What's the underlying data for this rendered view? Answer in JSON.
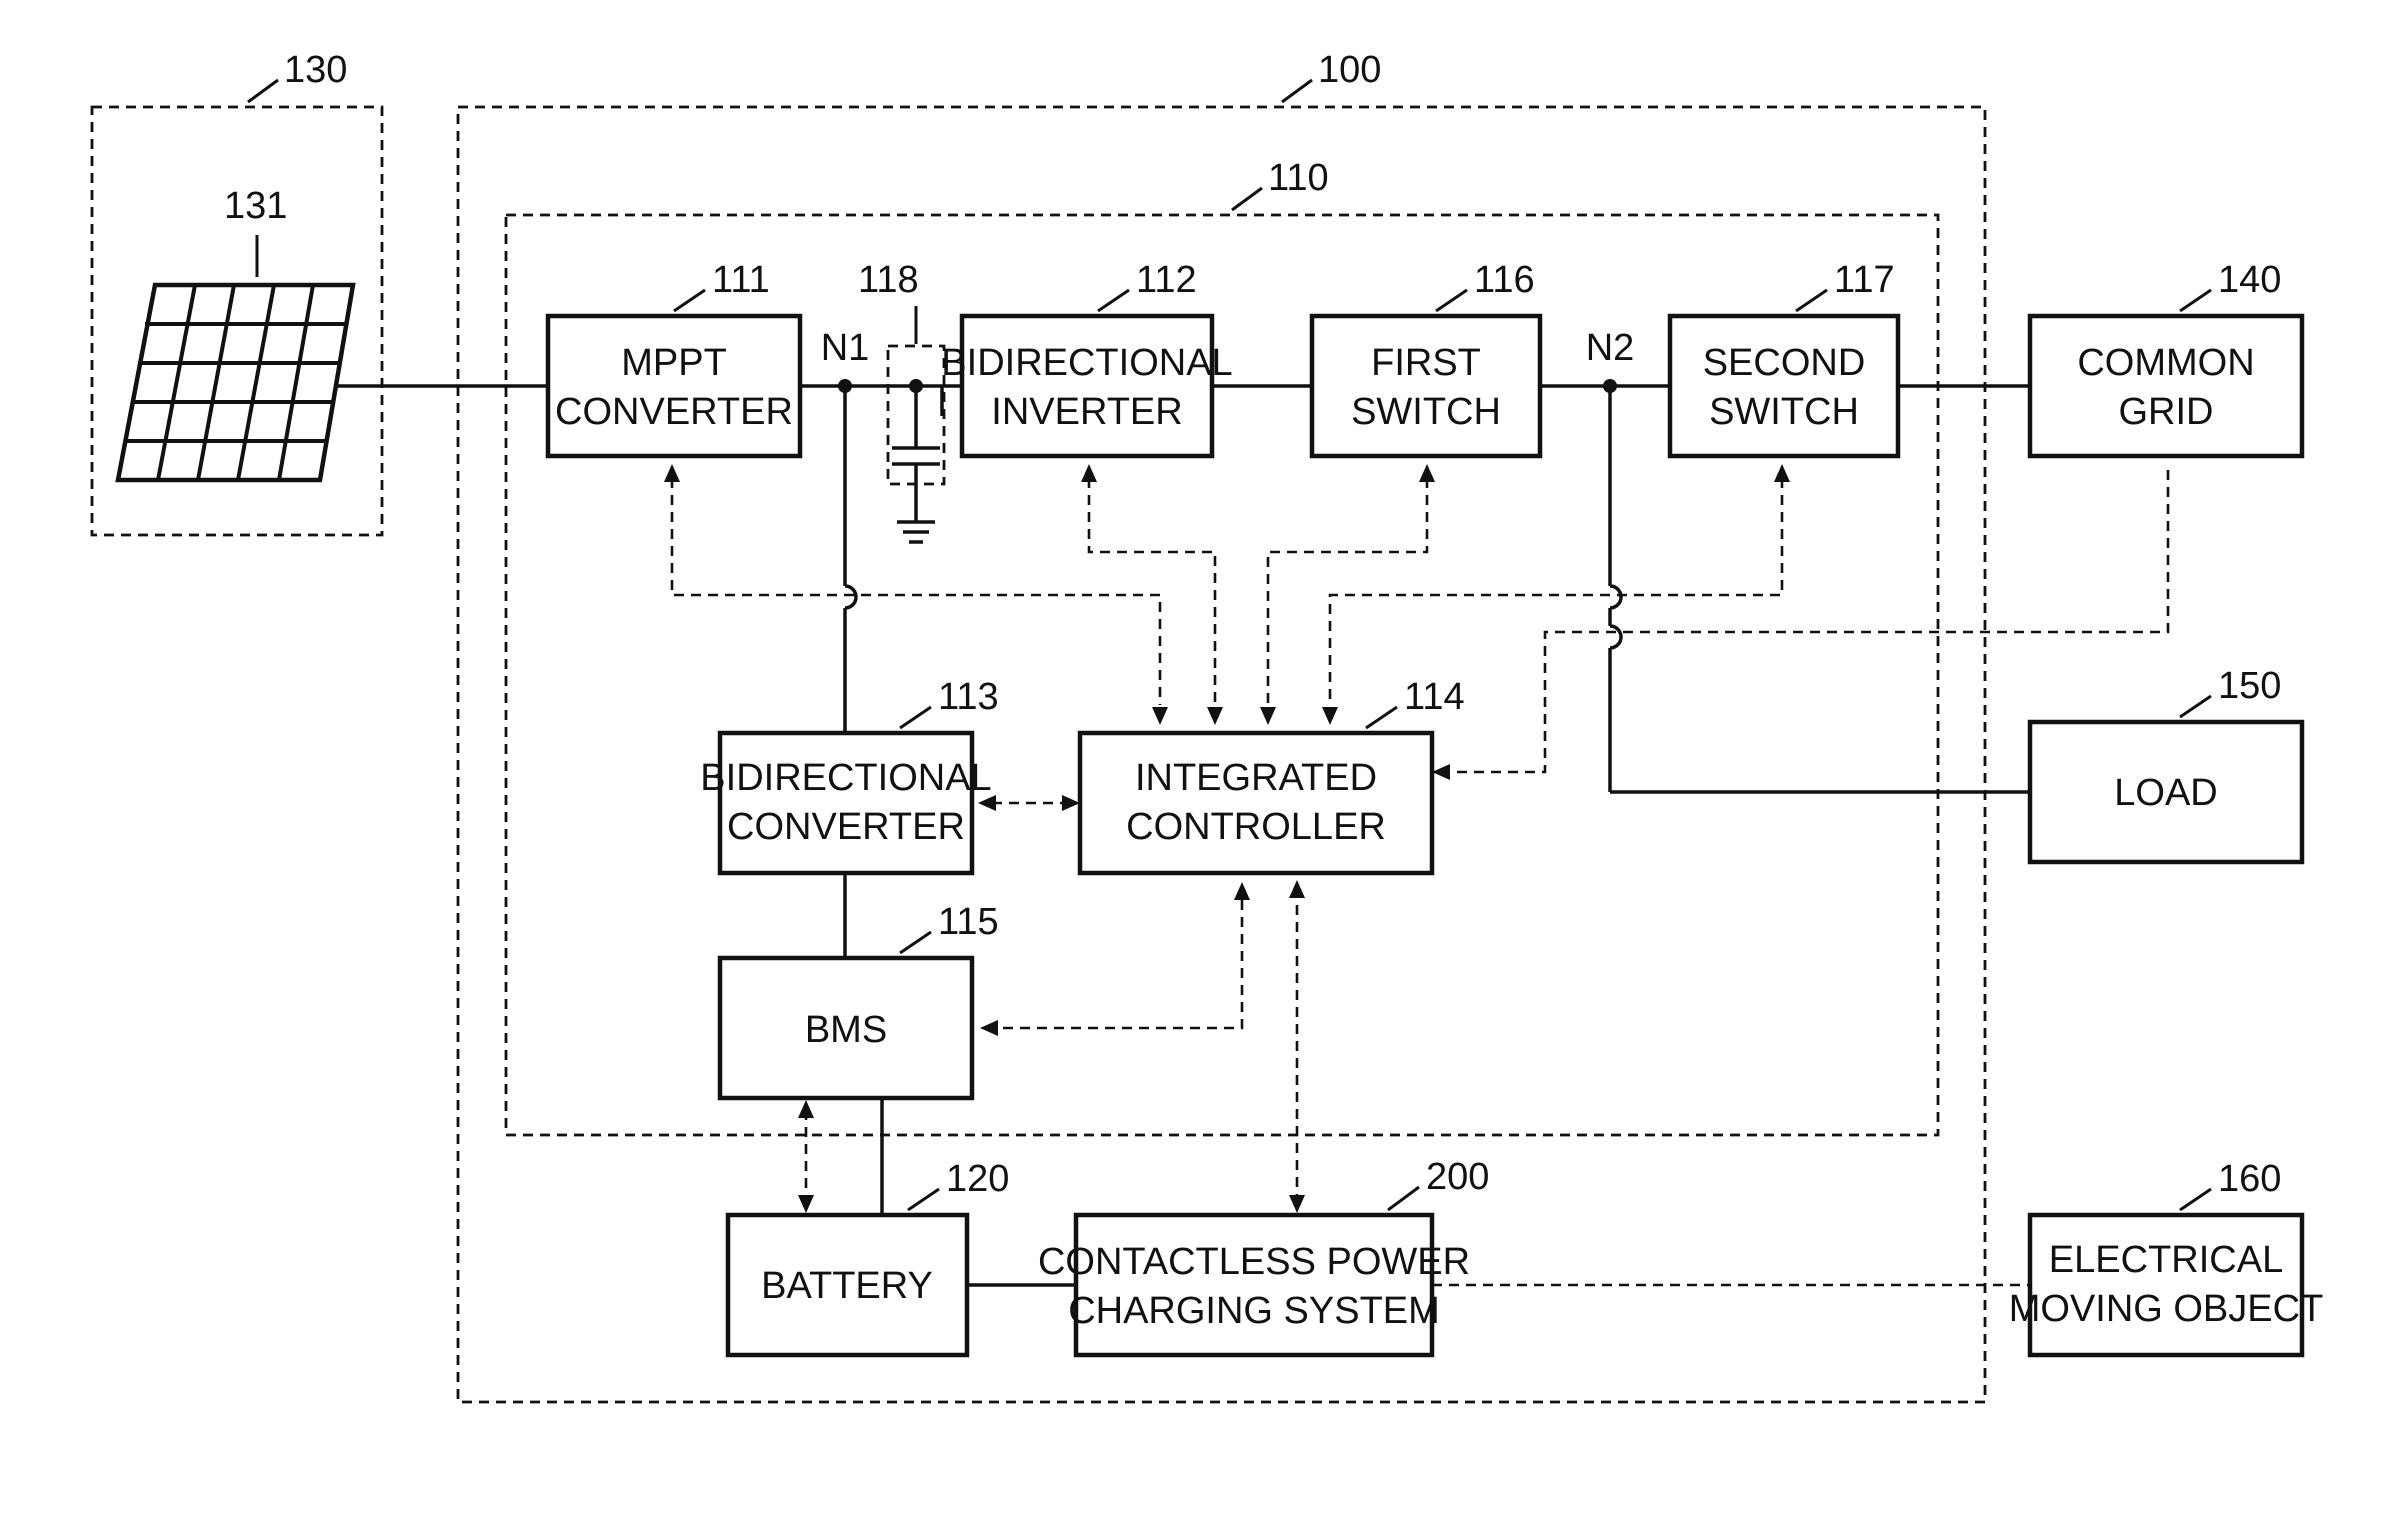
{
  "refs": {
    "system": "100",
    "inner": "110",
    "solar_group": "130",
    "solar_cell": "131",
    "mppt": "111",
    "inverter": "112",
    "bidir_converter": "113",
    "controller": "114",
    "bms": "115",
    "first_switch": "116",
    "second_switch": "117",
    "capacitor": "118",
    "battery": "120",
    "grid": "140",
    "load": "150",
    "moving_object": "160",
    "contactless": "200"
  },
  "nodes": {
    "n1": "N1",
    "n2": "N2"
  },
  "blocks": {
    "mppt": [
      "MPPT",
      "CONVERTER"
    ],
    "inverter": [
      "BIDIRECTIONAL",
      "INVERTER"
    ],
    "first_switch": [
      "FIRST",
      "SWITCH"
    ],
    "second_switch": [
      "SECOND",
      "SWITCH"
    ],
    "grid": [
      "COMMON",
      "GRID"
    ],
    "bidir_converter": [
      "BIDIRECTIONAL",
      "CONVERTER"
    ],
    "controller": [
      "INTEGRATED",
      "CONTROLLER"
    ],
    "load": [
      "LOAD"
    ],
    "bms": [
      "BMS"
    ],
    "battery": [
      "BATTERY"
    ],
    "contactless": [
      "CONTACTLESS POWER",
      "CHARGING SYSTEM"
    ],
    "moving_object": [
      "ELECTRICAL",
      "MOVING OBJECT"
    ]
  }
}
